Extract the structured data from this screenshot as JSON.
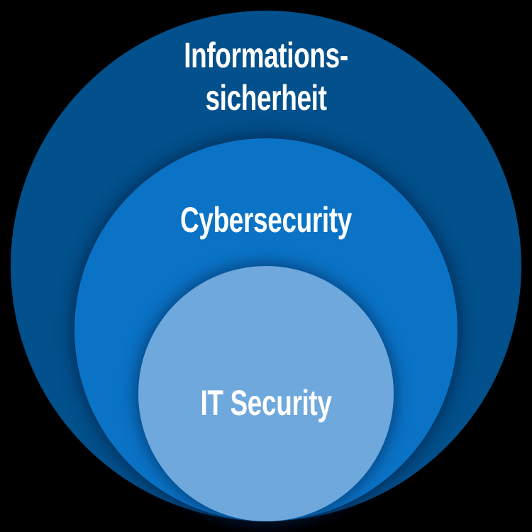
{
  "diagram": {
    "type": "nested-circles",
    "background_color": "#000000",
    "circles": [
      {
        "id": "outer",
        "label_lines": [
          "Informations-",
          "sicherheit"
        ],
        "color": "#02508C"
      },
      {
        "id": "middle",
        "label": "Cybersecurity",
        "color": "#0A73C6"
      },
      {
        "id": "inner",
        "label": "IT Security",
        "color": "#6FA8DC"
      }
    ],
    "text_color": "#FFFFFF"
  }
}
